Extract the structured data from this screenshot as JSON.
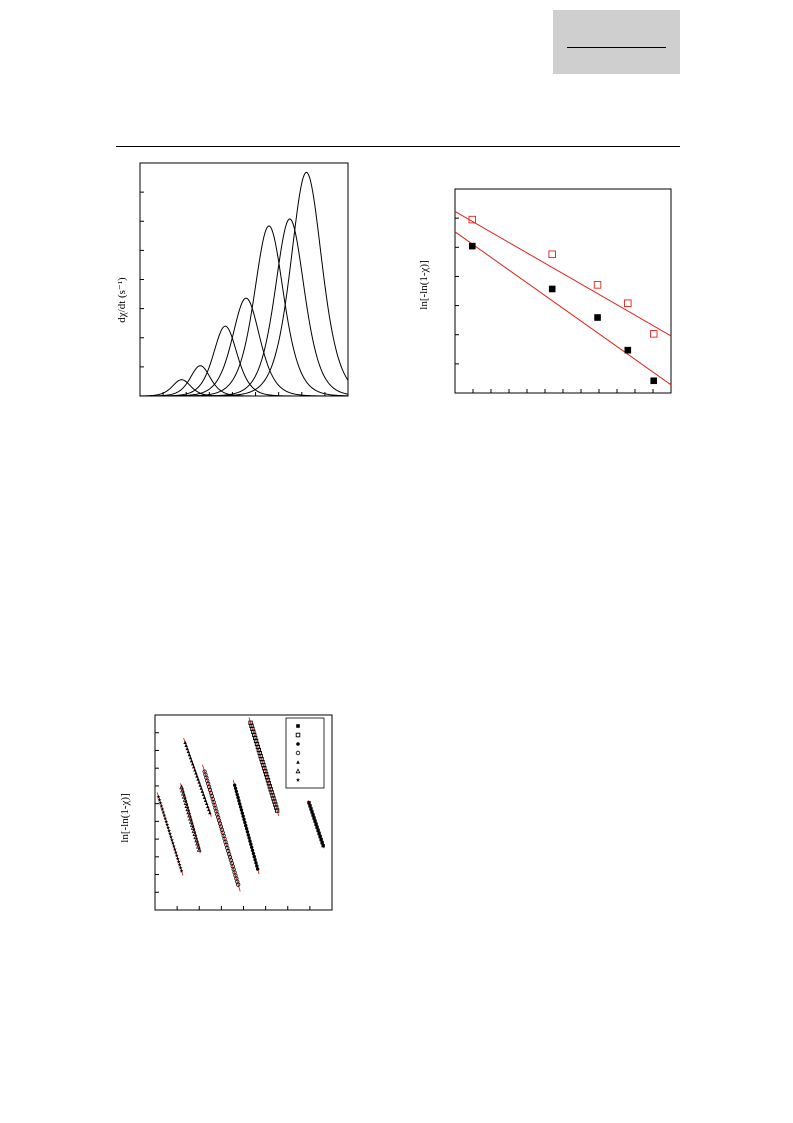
{
  "page": {
    "header_box": "gray-box",
    "header_rule": true
  },
  "figures": [
    {
      "id": "fig-a",
      "ylabel": "dχ/dt (s⁻¹)",
      "chart_data": {
        "type": "line",
        "ylabel": "dχ/dt (s⁻¹)",
        "xlabel": "",
        "xlim": [
          0,
          100
        ],
        "ylim": [
          0,
          100
        ],
        "series": [
          {
            "center": 20,
            "height": 7,
            "width": 5
          },
          {
            "center": 29,
            "height": 13,
            "width": 5.5
          },
          {
            "center": 41,
            "height": 30,
            "width": 6.5
          },
          {
            "center": 51,
            "height": 42,
            "width": 7.5
          },
          {
            "center": 62,
            "height": 73,
            "width": 8
          },
          {
            "center": 72,
            "height": 76,
            "width": 8
          },
          {
            "center": 80,
            "height": 96,
            "width": 8.5
          }
        ]
      }
    },
    {
      "id": "fig-b",
      "ylabel": "ln[-ln(1-χ)]",
      "chart_data": {
        "type": "scatter",
        "ylabel": "ln[-ln(1-χ)]",
        "xlim": [
          0,
          100
        ],
        "ylim": [
          0,
          100
        ],
        "series": [
          {
            "marker": "open-square",
            "color": "#e0211a",
            "x": [
              8,
              45,
              66,
              80,
              92
            ],
            "y": [
              85,
              68,
              53,
              44,
              29
            ],
            "fit": {
              "x": [
                0,
                100
              ],
              "y": [
                89,
                28
              ]
            }
          },
          {
            "marker": "filled-square",
            "color": "#000000",
            "x": [
              8,
              45,
              66,
              80,
              92
            ],
            "y": [
              72,
              51,
              37,
              21,
              6
            ],
            "fit": {
              "x": [
                0,
                100
              ],
              "y": [
                79,
                4
              ]
            }
          }
        ]
      }
    },
    {
      "id": "fig-c",
      "ylabel": "ln[-ln(1-χ)]",
      "chart_data": {
        "type": "scatter",
        "ylabel": "ln[-ln(1-χ)]",
        "xlim": [
          0,
          100
        ],
        "ylim": [
          0,
          100
        ],
        "legend_position": "top-right",
        "legend_markers": [
          "filled-square",
          "open-square",
          "filled-circle",
          "open-circle",
          "filled-triangle",
          "open-triangle",
          "star"
        ],
        "segments": [
          {
            "x": [
              2,
              15
            ],
            "y": [
              58,
              20
            ],
            "marker": "star"
          },
          {
            "x": [
              15,
              25
            ],
            "y": [
              63,
              31
            ],
            "marker": "open-triangle"
          },
          {
            "x": [
              17,
              31
            ],
            "y": [
              86,
              50
            ],
            "marker": "filled-triangle"
          },
          {
            "x": [
              28,
              47
            ],
            "y": [
              71,
              13
            ],
            "marker": "open-circle"
          },
          {
            "x": [
              45,
              58
            ],
            "y": [
              64,
              21
            ],
            "marker": "filled-circle"
          },
          {
            "x": [
              54,
              69
            ],
            "y": [
              96,
              51
            ],
            "marker": "open-square"
          },
          {
            "x": [
              87,
              95
            ],
            "y": [
              55,
              33
            ],
            "marker": "filled-square"
          }
        ]
      }
    }
  ]
}
